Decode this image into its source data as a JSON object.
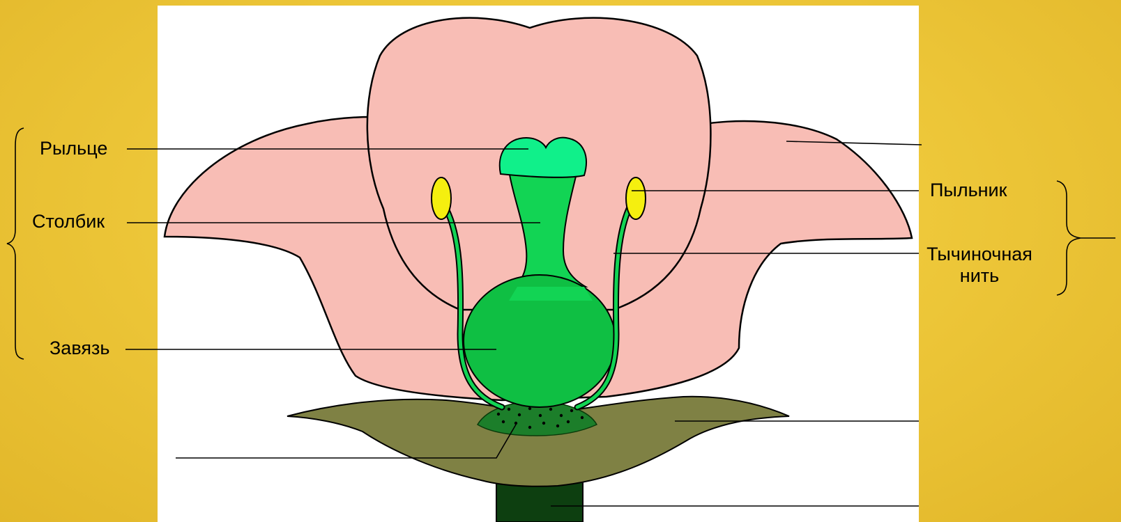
{
  "labels": {
    "stigma": "Рыльце",
    "style": "Столбик",
    "ovary": "Завязь",
    "anther": "Пыльник",
    "filament_line1": "Тычиночная",
    "filament_line2": "нить"
  },
  "colors": {
    "background": "#eec83a",
    "panel": "#ffffff",
    "petal": "#f8bdb5",
    "stigma": "#10f08a",
    "style": "#12d454",
    "ovary": "#0fbf43",
    "anther": "#f5ef0f",
    "sepal": "#7f8144",
    "receptacle": "#1c7e2a",
    "stem": "#0d3f10"
  }
}
